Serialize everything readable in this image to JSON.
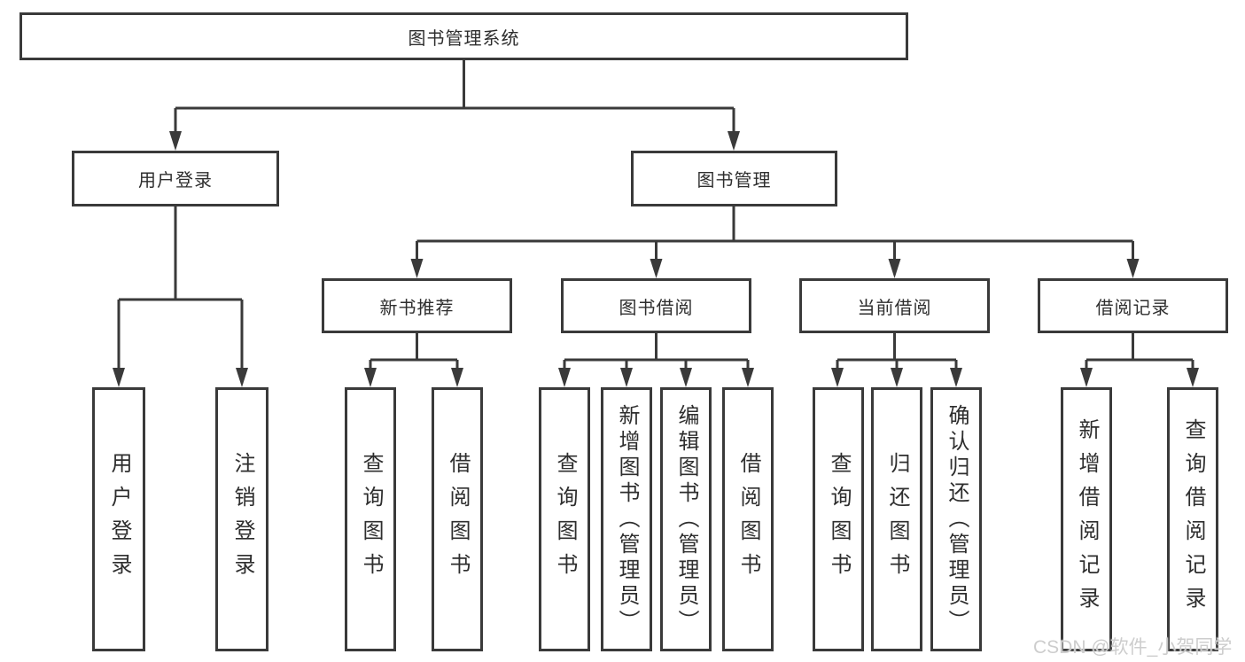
{
  "diagram_type": "hierarchy-tree",
  "tree": {
    "label": "图书管理系统",
    "children": [
      {
        "label": "用户登录",
        "children": [
          {
            "label": "用户登录"
          },
          {
            "label": "注销登录"
          }
        ]
      },
      {
        "label": "图书管理",
        "children": [
          {
            "label": "新书推荐",
            "children": [
              {
                "label": "查询图书"
              },
              {
                "label": "借阅图书"
              }
            ]
          },
          {
            "label": "图书借阅",
            "children": [
              {
                "label": "查询图书"
              },
              {
                "label": "新增图书（管理员）"
              },
              {
                "label": "编辑图书（管理员）"
              },
              {
                "label": "借阅图书"
              }
            ]
          },
          {
            "label": "当前借阅",
            "children": [
              {
                "label": "查询图书"
              },
              {
                "label": "归还图书"
              },
              {
                "label": "确认归还（管理员）"
              }
            ]
          },
          {
            "label": "借阅记录",
            "children": [
              {
                "label": "新增借阅记录"
              },
              {
                "label": "查询借阅记录"
              }
            ]
          }
        ]
      }
    ]
  },
  "watermark": "CSDN @软件_小贺同学",
  "colors": {
    "line": "#3a3a3a",
    "box_border": "#3a3a3a",
    "text": "#2e2e2e",
    "watermark": "#cdcdcd",
    "background": "#ffffff"
  }
}
